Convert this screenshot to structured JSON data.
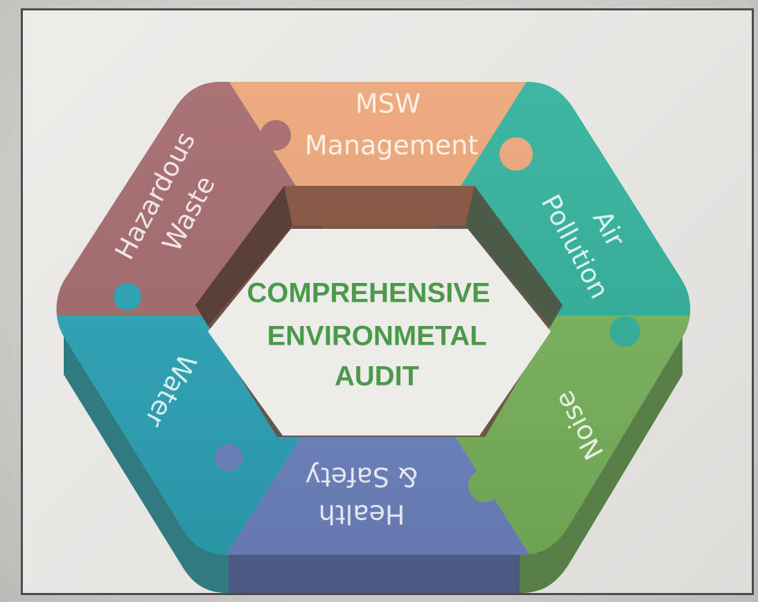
{
  "center": {
    "lines": [
      "COMPREHENSIVE",
      "ENVIRONMETAL",
      "AUDIT"
    ],
    "color": "#4b9a4b"
  },
  "segments": [
    {
      "id": "msw",
      "lines": [
        "MSW",
        "Management"
      ],
      "color": "#efa777"
    },
    {
      "id": "air",
      "lines": [
        "Air",
        "Pollution"
      ],
      "color": "#2fb39c"
    },
    {
      "id": "noise",
      "lines": [
        "Noise"
      ],
      "color": "#7ab55c"
    },
    {
      "id": "health",
      "lines": [
        "Health",
        "& Safety"
      ],
      "color": "#6f86c4"
    },
    {
      "id": "water",
      "lines": [
        "Water"
      ],
      "color": "#2aa6b8"
    },
    {
      "id": "hazardous",
      "lines": [
        "Hazardous",
        "Waste"
      ],
      "color": "#a56a6c"
    }
  ]
}
